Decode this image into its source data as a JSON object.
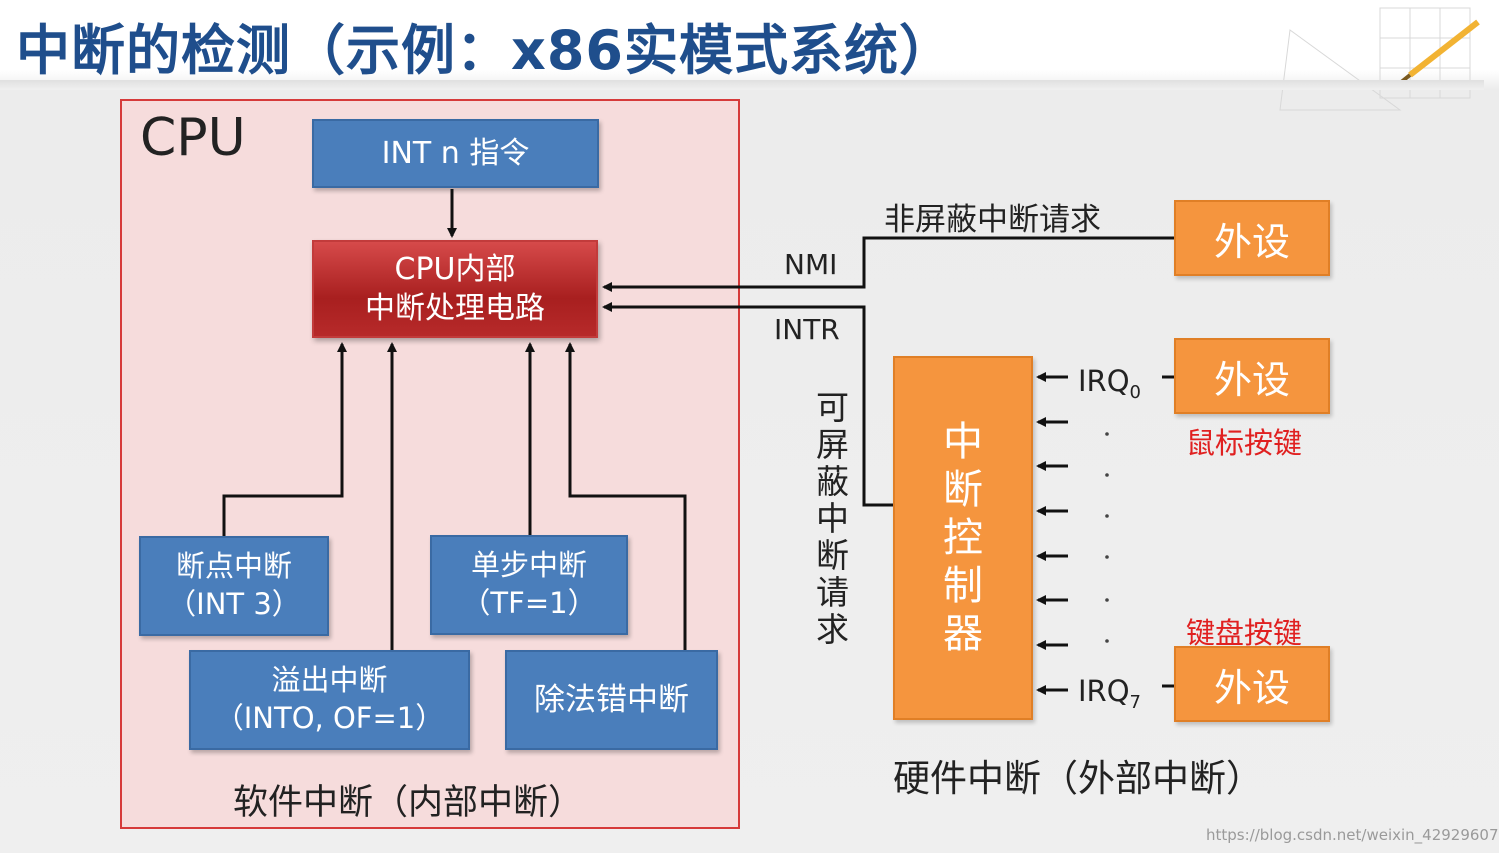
{
  "title": "中断的检测（示例：x86实模式系统）",
  "cpu": {
    "label": "CPU",
    "int_n": "INT n 指令",
    "core_line1": "CPU内部",
    "core_line2": "中断处理电路",
    "breakpoint_line1": "断点中断",
    "breakpoint_line2": "（INT 3）",
    "singlestep_line1": "单步中断",
    "singlestep_line2": "（TF=1）",
    "overflow_line1": "溢出中断",
    "overflow_line2": "（INTO, OF=1）",
    "divide_error": "除法错中断",
    "footer": "软件中断（内部中断）"
  },
  "hardware": {
    "nmi_request": "非屏蔽中断请求",
    "nmi": "NMI",
    "intr": "INTR",
    "masked_request": [
      "可",
      "屏",
      "蔽",
      "中",
      "断",
      "请",
      "求"
    ],
    "controller": [
      "中",
      "断",
      "控",
      "制",
      "器"
    ],
    "irq0": "IRQ",
    "irq0_sub": "0",
    "irq7": "IRQ",
    "irq7_sub": "7",
    "device_nmi": "外设",
    "device_irq0": "外设",
    "device_irq7": "外设",
    "mouse_key": "鼠标按键",
    "keyboard_key": "键盘按键",
    "footer": "硬件中断（外部中断）"
  },
  "watermark": "https://blog.csdn.net/weixin_42929607",
  "colors": {
    "title": "#1f4e8c",
    "cpu_box_fill": "#f6dcdc",
    "cpu_box_border": "#d63a3a",
    "block_blue": "#4a7ebb",
    "block_orange": "#f5953e",
    "core_red": "#b72a2a",
    "annotation_red": "#e02020"
  }
}
